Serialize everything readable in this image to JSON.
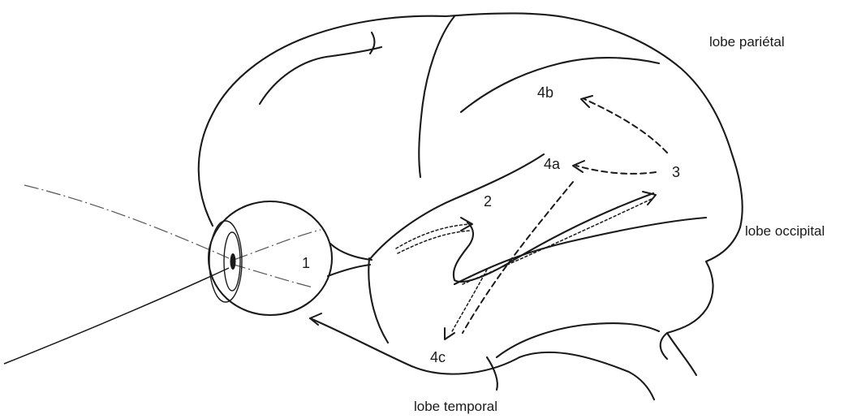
{
  "labels": {
    "parietal": "lobe pariétal",
    "occipital": "lobe occipital",
    "temporal": "lobe temporal"
  },
  "markers": {
    "m1": "1",
    "m2": "2",
    "m3": "3",
    "m4a": "4a",
    "m4b": "4b",
    "m4c": "4c"
  }
}
